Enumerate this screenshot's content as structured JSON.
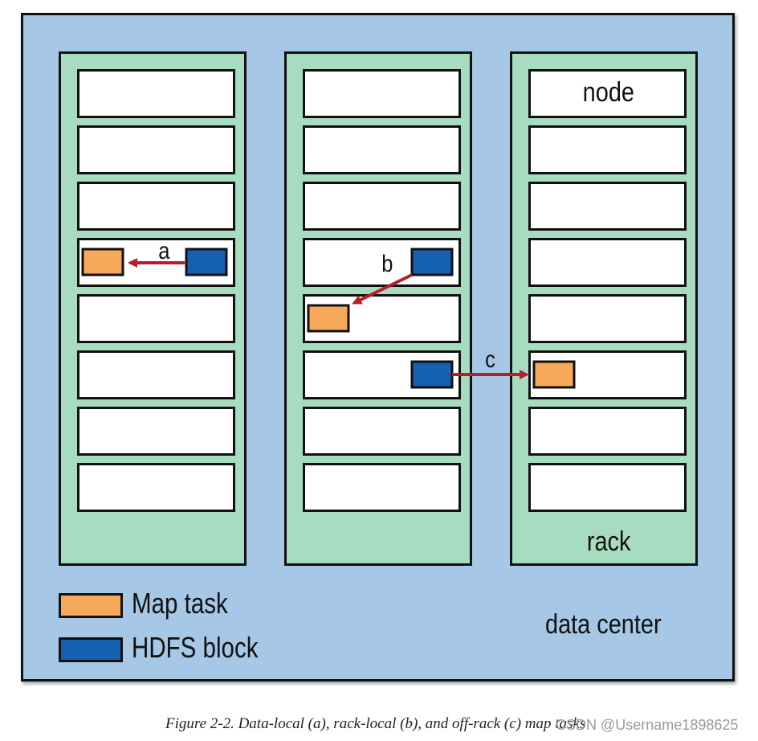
{
  "labels": {
    "node": "node",
    "rack": "rack",
    "data_center": "data center",
    "arrow_a": "a",
    "arrow_b": "b",
    "arrow_c": "c"
  },
  "legend": {
    "map_task": "Map task",
    "hdfs_block": "HDFS block"
  },
  "caption": "Figure 2-2. Data-local (a), rack-local (b), and off-rack (c) map tasks",
  "watermark": "CSDN @Username1898625",
  "colors": {
    "map_task": "#f7a95a",
    "hdfs_block": "#1560b0",
    "arrow": "#b3202b",
    "rack": "#a8dcc0",
    "data_center": "#a6c8e6"
  }
}
